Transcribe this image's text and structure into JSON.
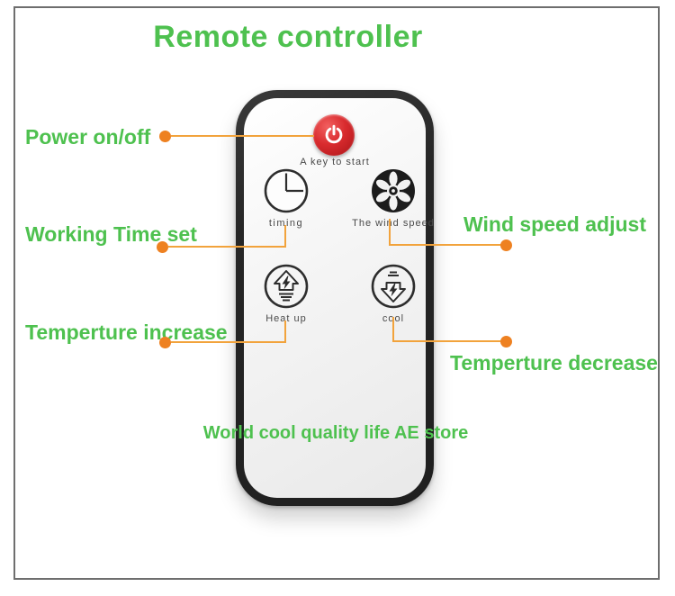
{
  "title": "Remote controller",
  "colors": {
    "green": "#4ec14f",
    "orange_line": "#f2a33c",
    "orange_dot": "#ee8121",
    "remote_body": "#2b2b2b",
    "power_red": "#d92b2e",
    "frame_gray": "#6e6e6e"
  },
  "annotations": {
    "power": "Power on/off",
    "timer": "Working Time set",
    "heat": "Temperture increase",
    "wind": "Wind speed adjust",
    "cool": "Temperture decrease",
    "store": "World cool quality life AE store"
  },
  "remote": {
    "power_caption": "A key to start",
    "buttons": {
      "timing": "timing",
      "wind": "The wind speed",
      "heat": "Heat up",
      "cool": "cool"
    }
  }
}
